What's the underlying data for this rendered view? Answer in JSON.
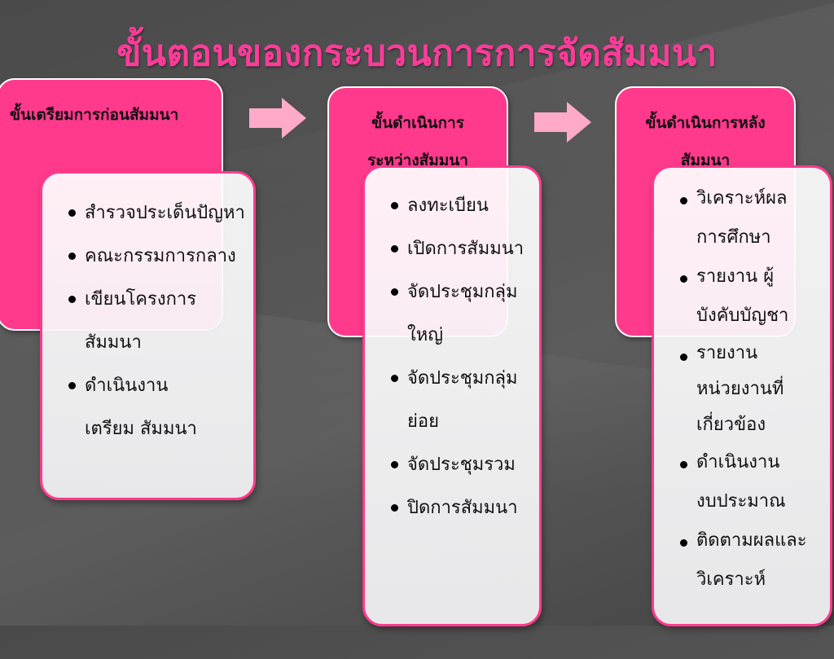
{
  "title": "ขั้นตอนของกระบวนการการจัดสัมมนา",
  "stages": [
    {
      "heading_lines": [
        "ขั้นเตรียมการก่อนสัมมนา"
      ],
      "items": [
        "สำรวจประเด็นปัญหา",
        "คณะกรรมการกลาง",
        "เขียนโครงการสัมมนา",
        "ดำเนินงานเตรียม สัมมนา"
      ]
    },
    {
      "heading_lines": [
        "ขั้นดำเนินการ",
        "ระหว่างสัมมนา"
      ],
      "items": [
        "ลงทะเบียน",
        "เปิดการสัมมนา",
        "จัดประชุมกลุ่ม ใหญ่",
        "จัดประชุมกลุ่ม ย่อย",
        "จัดประชุมรวม",
        "ปิดการสัมมนา"
      ]
    },
    {
      "heading_lines": [
        "ขั้นดำเนินการหลัง",
        "สัมมนา"
      ],
      "items": [
        "วิเคราะห์ผล การศึกษา",
        "รายงาน ผู้บังคับบัญชา",
        "รายงาน หน่วยงานที่ เกี่ยวข้อง",
        "ดำเนินงาน งบประมาณ",
        "ติดตามผลและ วิเคราะห์"
      ]
    }
  ],
  "colors": {
    "accent": "#ff3a8c",
    "title": "#ff3b9a",
    "arrow": "#ffaac8"
  }
}
